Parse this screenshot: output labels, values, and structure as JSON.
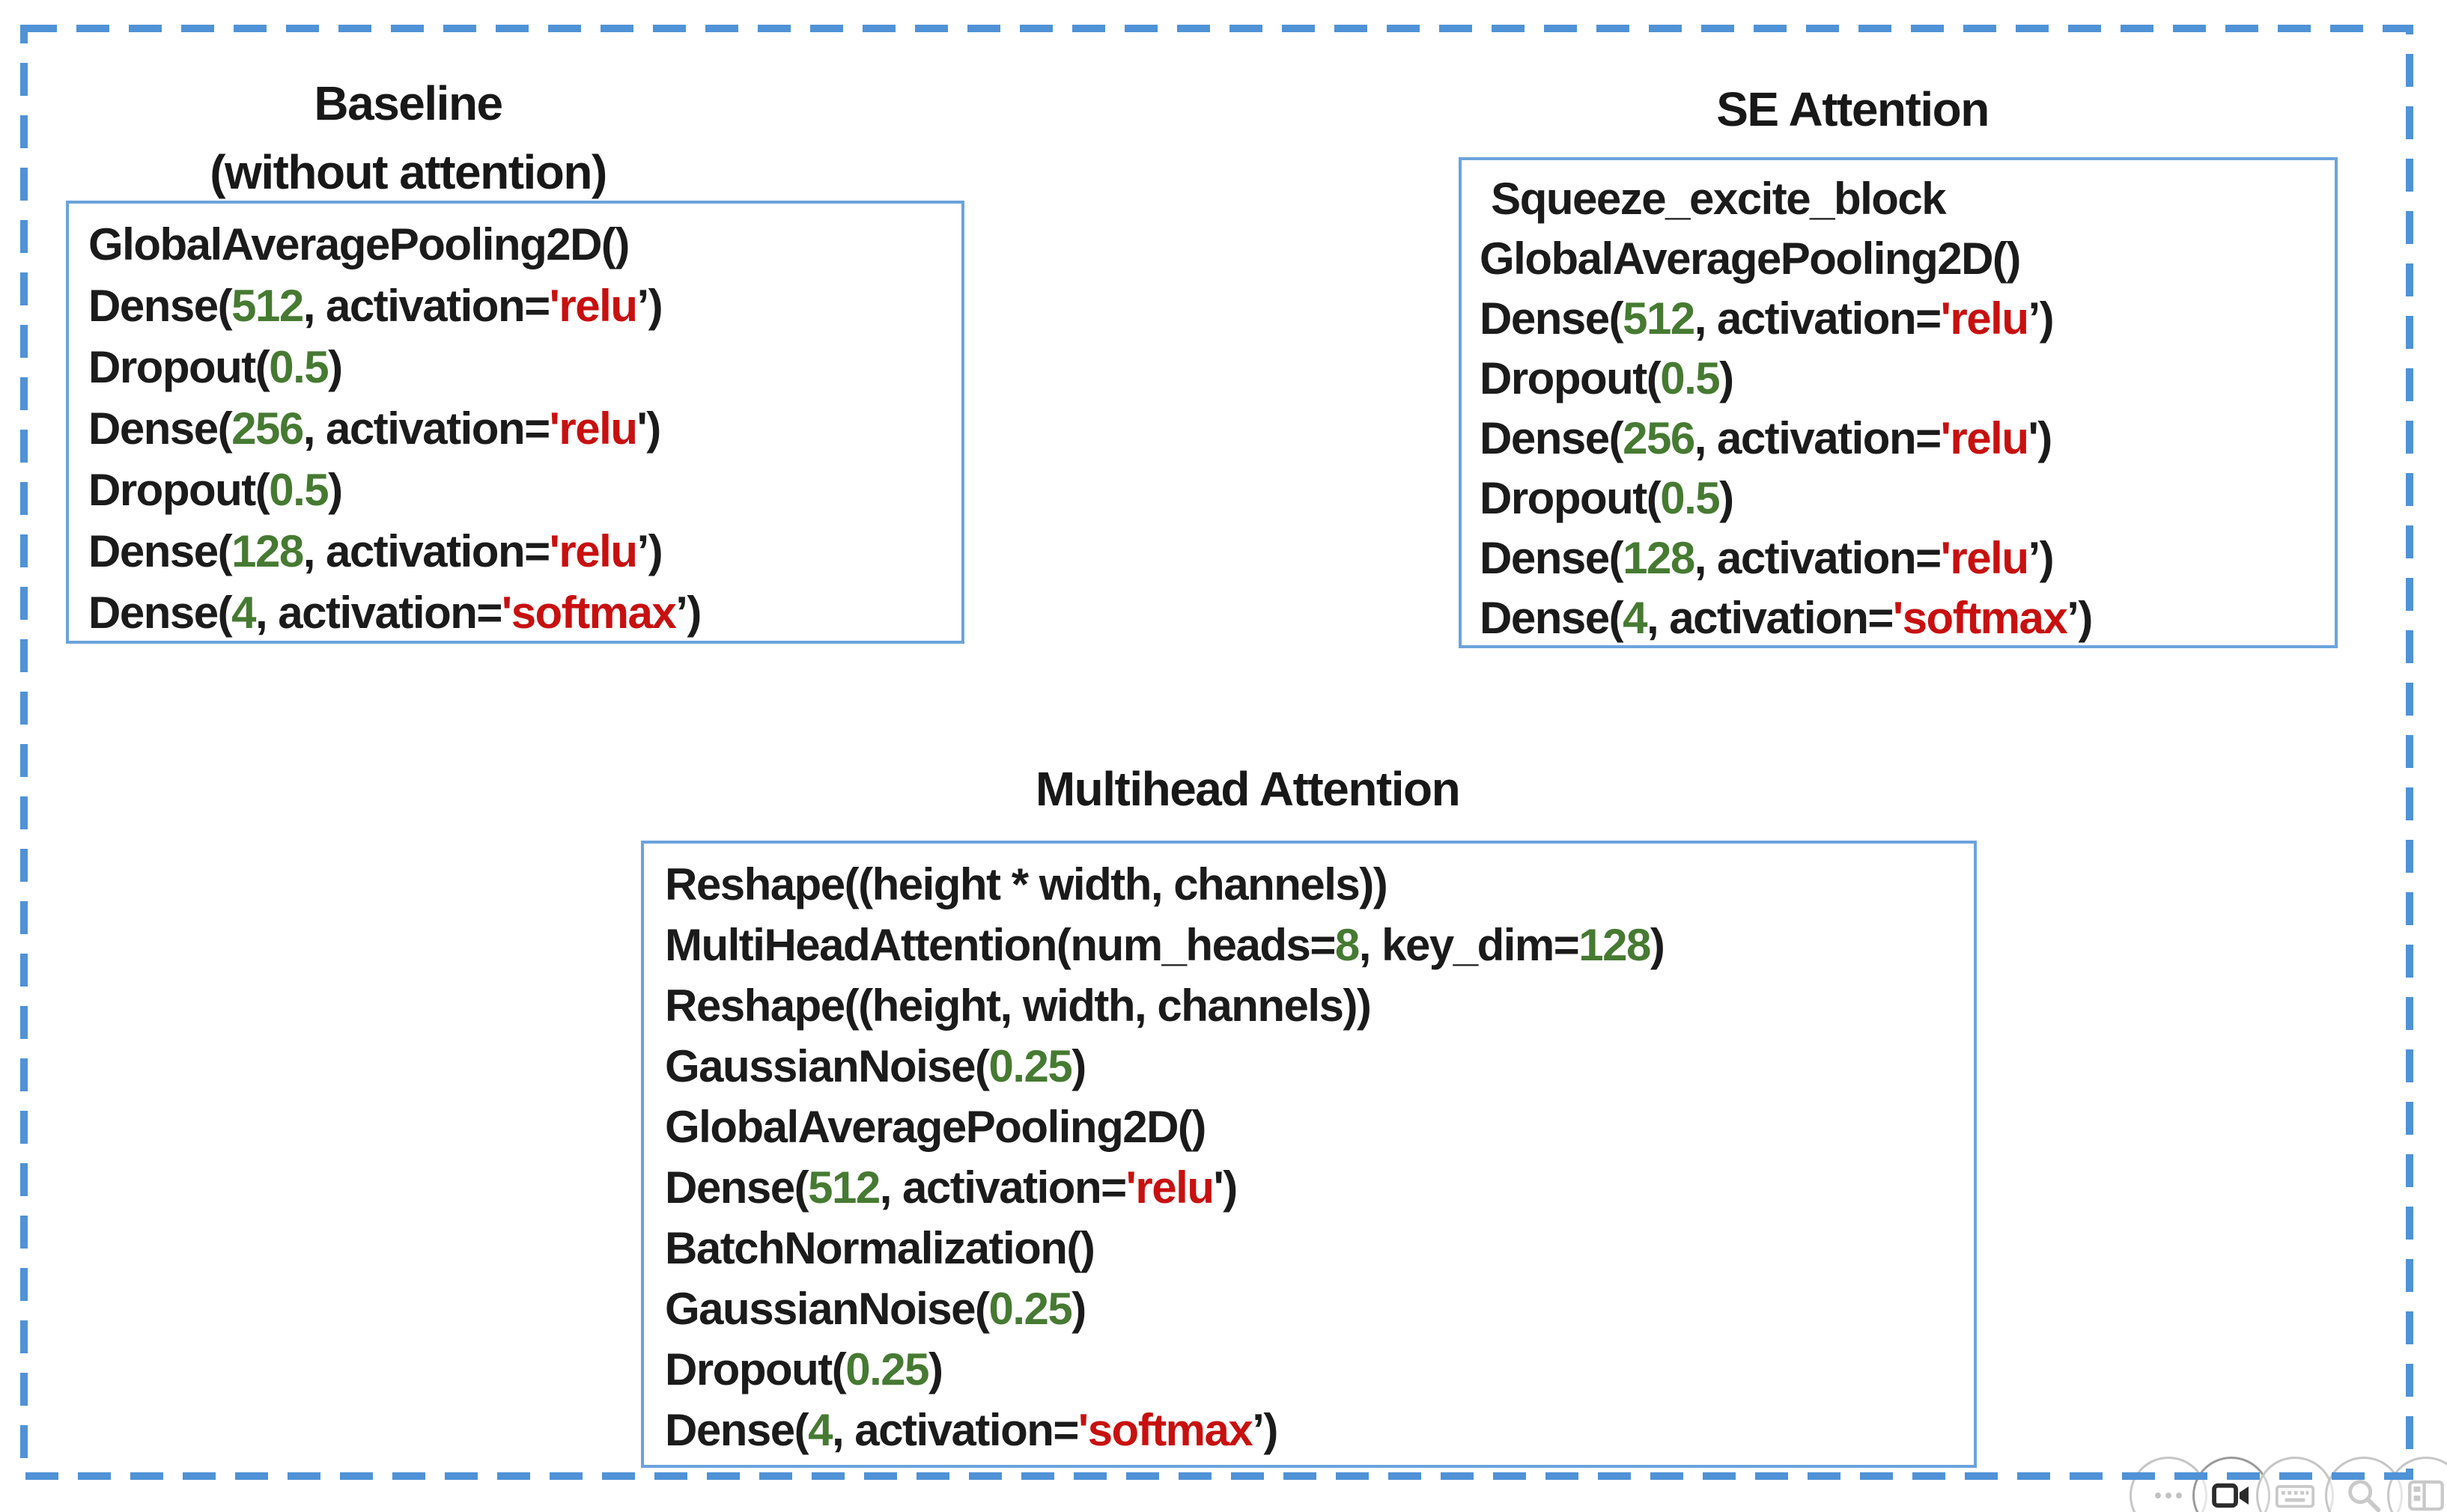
{
  "page": {
    "background": "#ffffff",
    "dash_border_color": "#4f92d6",
    "box_border_color": "#6ba3dc"
  },
  "colors": {
    "code_black": "#1b1b1b",
    "code_green": "#467a32",
    "code_red": "#c81010"
  },
  "panels": [
    {
      "id": "baseline",
      "title_lines": [
        "Baseline",
        "(without attention)"
      ],
      "code": [
        [
          {
            "t": "GlobalAveragePooling2D()",
            "c": "k"
          }
        ],
        [
          {
            "t": "Dense(",
            "c": "k"
          },
          {
            "t": "512",
            "c": "g"
          },
          {
            "t": ", activation=",
            "c": "k"
          },
          {
            "t": "'relu",
            "c": "r"
          },
          {
            "t": "’)",
            "c": "k"
          }
        ],
        [
          {
            "t": "Dropout(",
            "c": "k"
          },
          {
            "t": "0.5",
            "c": "g"
          },
          {
            "t": ")",
            "c": "k"
          }
        ],
        [
          {
            "t": "Dense(",
            "c": "k"
          },
          {
            "t": "256",
            "c": "g"
          },
          {
            "t": ", activation=",
            "c": "k"
          },
          {
            "t": "'relu",
            "c": "r"
          },
          {
            "t": "')",
            "c": "k"
          }
        ],
        [
          {
            "t": "Dropout(",
            "c": "k"
          },
          {
            "t": "0.5",
            "c": "g"
          },
          {
            "t": ")",
            "c": "k"
          }
        ],
        [
          {
            "t": "Dense(",
            "c": "k"
          },
          {
            "t": "128",
            "c": "g"
          },
          {
            "t": ", activation=",
            "c": "k"
          },
          {
            "t": "'relu",
            "c": "r"
          },
          {
            "t": "’)",
            "c": "k"
          }
        ],
        [
          {
            "t": "Dense(",
            "c": "k"
          },
          {
            "t": "4",
            "c": "g"
          },
          {
            "t": ", activation=",
            "c": "k"
          },
          {
            "t": "'softmax",
            "c": "r"
          },
          {
            "t": "’)",
            "c": "k"
          }
        ]
      ]
    },
    {
      "id": "se-attention",
      "title_lines": [
        "SE Attention"
      ],
      "code": [
        [
          {
            "t": " Squeeze_excite_block",
            "c": "k"
          }
        ],
        [
          {
            "t": "GlobalAveragePooling2D()",
            "c": "k"
          }
        ],
        [
          {
            "t": "Dense(",
            "c": "k"
          },
          {
            "t": "512",
            "c": "g"
          },
          {
            "t": ", activation=",
            "c": "k"
          },
          {
            "t": "'relu",
            "c": "r"
          },
          {
            "t": "’)",
            "c": "k"
          }
        ],
        [
          {
            "t": "Dropout(",
            "c": "k"
          },
          {
            "t": "0.5",
            "c": "g"
          },
          {
            "t": ")",
            "c": "k"
          }
        ],
        [
          {
            "t": "Dense(",
            "c": "k"
          },
          {
            "t": "256",
            "c": "g"
          },
          {
            "t": ", activation=",
            "c": "k"
          },
          {
            "t": "'relu",
            "c": "r"
          },
          {
            "t": "')",
            "c": "k"
          }
        ],
        [
          {
            "t": "Dropout(",
            "c": "k"
          },
          {
            "t": "0.5",
            "c": "g"
          },
          {
            "t": ")",
            "c": "k"
          }
        ],
        [
          {
            "t": "Dense(",
            "c": "k"
          },
          {
            "t": "128",
            "c": "g"
          },
          {
            "t": ", activation=",
            "c": "k"
          },
          {
            "t": "'relu",
            "c": "r"
          },
          {
            "t": "’)",
            "c": "k"
          }
        ],
        [
          {
            "t": "Dense(",
            "c": "k"
          },
          {
            "t": "4",
            "c": "g"
          },
          {
            "t": ", activation=",
            "c": "k"
          },
          {
            "t": "'softmax",
            "c": "r"
          },
          {
            "t": "’)",
            "c": "k"
          }
        ]
      ]
    },
    {
      "id": "multihead-attention",
      "title_lines": [
        "Multihead Attention"
      ],
      "code": [
        [
          {
            "t": "Reshape((height * width, channels))",
            "c": "k"
          }
        ],
        [
          {
            "t": "MultiHeadAttention(num_heads=",
            "c": "k"
          },
          {
            "t": "8",
            "c": "g"
          },
          {
            "t": ", key_dim=",
            "c": "k"
          },
          {
            "t": "128",
            "c": "g"
          },
          {
            "t": ")",
            "c": "k"
          }
        ],
        [
          {
            "t": "Reshape((height, width, channels))",
            "c": "k"
          }
        ],
        [
          {
            "t": "GaussianNoise(",
            "c": "k"
          },
          {
            "t": "0.25",
            "c": "g"
          },
          {
            "t": ")",
            "c": "k"
          }
        ],
        [
          {
            "t": "GlobalAveragePooling2D()",
            "c": "k"
          }
        ],
        [
          {
            "t": "Dense(",
            "c": "k"
          },
          {
            "t": "512",
            "c": "g"
          },
          {
            "t": ", activation=",
            "c": "k"
          },
          {
            "t": "'relu",
            "c": "r"
          },
          {
            "t": "')",
            "c": "k"
          }
        ],
        [
          {
            "t": "BatchNormalization()",
            "c": "k"
          }
        ],
        [
          {
            "t": "GaussianNoise(",
            "c": "k"
          },
          {
            "t": "0.25",
            "c": "g"
          },
          {
            "t": ")",
            "c": "k"
          }
        ],
        [
          {
            "t": "Dropout(",
            "c": "k"
          },
          {
            "t": "0.25",
            "c": "g"
          },
          {
            "t": ")",
            "c": "k"
          }
        ],
        [
          {
            "t": "Dense(",
            "c": "k"
          },
          {
            "t": "4",
            "c": "g"
          },
          {
            "t": ", activation=",
            "c": "k"
          },
          {
            "t": "'softmax",
            "c": "r"
          },
          {
            "t": "’)",
            "c": "k"
          }
        ]
      ]
    }
  ],
  "overlay_toolbar": {
    "icons": [
      {
        "name": "more-options-icon"
      },
      {
        "name": "video-camera-icon"
      },
      {
        "name": "keyboard-icon"
      },
      {
        "name": "search-icon"
      },
      {
        "name": "panel-icon"
      }
    ]
  }
}
